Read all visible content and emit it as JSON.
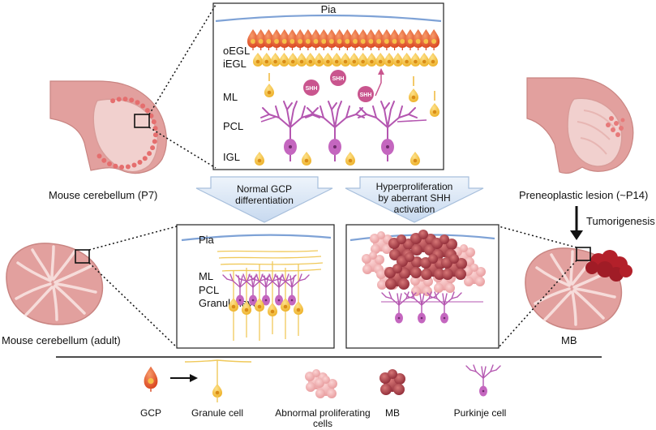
{
  "top_panel": {
    "pia": "Pia",
    "layers": [
      "oEGL",
      "iEGL",
      "ML",
      "PCL",
      "IGL"
    ],
    "shh": "SHH"
  },
  "left_top": {
    "caption": "Mouse cerebellum (P7)"
  },
  "right_top": {
    "caption": "Preneoplastic lesion (~P14)",
    "arrow_label": "Tumorigenesis"
  },
  "arrows": {
    "left": [
      "Normal GCP",
      "differentiation"
    ],
    "right": [
      "Hyperproliferation",
      "by aberrant SHH",
      "activation"
    ]
  },
  "normal_panel": {
    "pia": "Pia",
    "layers": [
      "ML",
      "PCL",
      "Granule layer"
    ]
  },
  "left_bottom": {
    "caption": "Mouse cerebellum (adult)"
  },
  "right_bottom": {
    "caption": "MB"
  },
  "legend": {
    "items": [
      {
        "label": "GCP"
      },
      {
        "label": "Granule cell"
      },
      {
        "label": "Abnormal proliferating",
        "label2": "cells"
      },
      {
        "label": "MB"
      },
      {
        "label": "Purkinje cell"
      }
    ]
  },
  "colors": {
    "gcp": "#e2572b",
    "egl_inner": "#f2c23a",
    "purkinje": "#b456b0",
    "shh": "#c9558e",
    "pia": "#7ea2d6",
    "tissue": "#e7a8a5",
    "tumor": "#b3202a",
    "arrow_fill": "#dbe7f5"
  }
}
